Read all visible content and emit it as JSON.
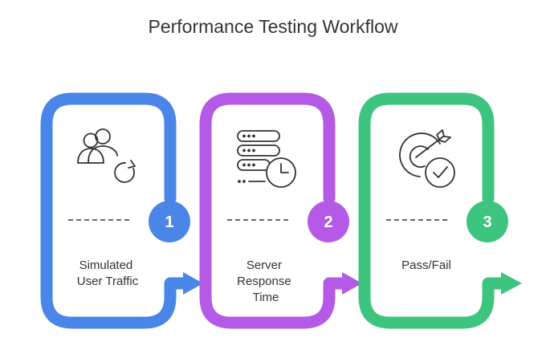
{
  "title": "Performance Testing Workflow",
  "steps": [
    {
      "number": "1",
      "label_lines": [
        "Simulated",
        "User Traffic"
      ],
      "color": "#4A86E8",
      "icon": "users-refresh-icon"
    },
    {
      "number": "2",
      "label_lines": [
        "Server",
        "Response",
        "Time"
      ],
      "color": "#B45AE6",
      "icon": "server-clock-icon"
    },
    {
      "number": "3",
      "label_lines": [
        "Pass/Fail"
      ],
      "color": "#3DC47E",
      "icon": "target-check-icon"
    }
  ],
  "colors": {
    "text": "#333333",
    "icon_stroke": "#333333"
  }
}
